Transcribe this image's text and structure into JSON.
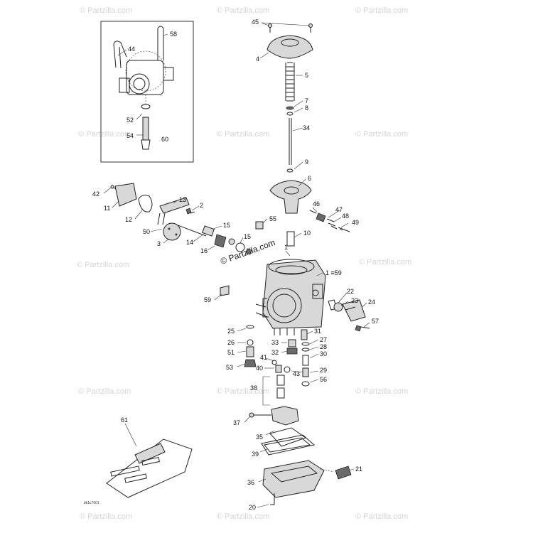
{
  "watermark_text": "© Partzilla.com",
  "reference_code": "bk1c7001",
  "colors": {
    "line": "#222222",
    "watermark": "#d4d4d4",
    "background": "#ffffff"
  },
  "callouts": {
    "c45": "45",
    "c4": "4",
    "c5": "5",
    "c7": "7",
    "c8": "8",
    "c34": "34",
    "c9": "9",
    "c6": "6",
    "c58": "58",
    "c44": "44",
    "c52": "52",
    "c54": "54",
    "c60": "60",
    "c42": "42",
    "c11": "11",
    "c12": "12",
    "c13": "13",
    "c2": "2",
    "c50": "50",
    "c3": "3",
    "c14": "14",
    "c16": "16",
    "c15a": "15",
    "c15b": "15",
    "c1": "1",
    "c55": "55",
    "c10": "10",
    "c46": "46",
    "c47": "47",
    "c48": "48",
    "c49": "49",
    "c159": "1 ≡59",
    "c59": "59",
    "c22": "22",
    "c23": "23",
    "c24": "24",
    "c57": "57",
    "c25": "25",
    "c26": "26",
    "c51": "51",
    "c53": "53",
    "c33": "33",
    "c32": "32",
    "c31": "31",
    "c27": "27",
    "c28": "28",
    "c30": "30",
    "c41": "41",
    "c40": "40",
    "c43": "43",
    "c29": "29",
    "c56": "56",
    "c38": "38",
    "c37": "37",
    "c35": "35",
    "c39": "39",
    "c61": "61",
    "c36": "36",
    "c21": "21",
    "c20": "20"
  }
}
